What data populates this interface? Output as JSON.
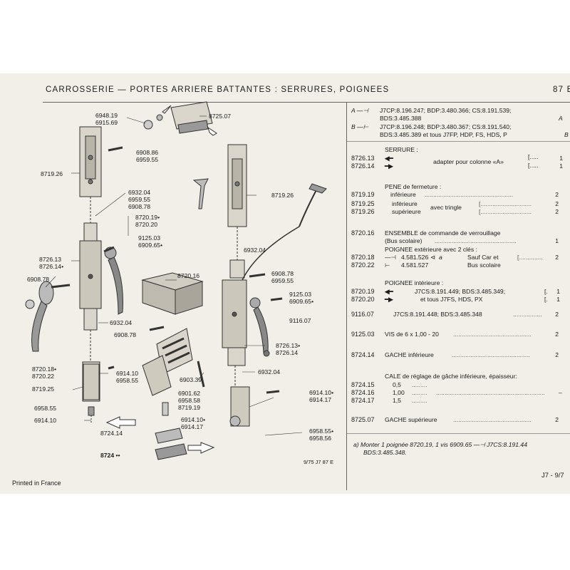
{
  "header": {
    "title": "CARROSSERIE — PORTES ARRIERE BATTANTES : SERRURES, POIGNEES",
    "page": "87 E"
  },
  "variants": {
    "a_prefix": "A —⊣",
    "a_line1": "J7CP:8.196.247; BDP:3.480.366; CS:8.191.539;",
    "a_line2": "BDS:3.485.388",
    "a_tag": "A",
    "b_prefix": "B —⊢",
    "b_line1": "J7CP:8.196.248; BDP:3.480.367; CS:8.191.540;",
    "b_line2": "BDS:3.485.389 et tous J7FP, HDP, FS, HDS, P",
    "b_tag": "B"
  },
  "serrure": {
    "title": "SERRURE :",
    "codes": [
      "8726.13",
      "8726.14"
    ],
    "note": "adapter pour colonne «A»",
    "qty": [
      "1",
      "1"
    ]
  },
  "pene": {
    "title": "PENE de fermeture :",
    "code1": "8719.19",
    "desc1": "inférieure",
    "qty1": "2",
    "code2": "8719.25",
    "code3": "8719.26",
    "desc2": "inférieure",
    "desc3": "supérieure",
    "with": "avec tringle",
    "qty2": "2",
    "qty3": "2"
  },
  "ensemble": {
    "code": "8720.16",
    "line1": "ENSEMBLE de commande de verrouillage",
    "line2": "(Bus scolaire)",
    "qty": "1"
  },
  "poignee_ext": {
    "title": "POIGNEE extérieure avec 2 clés :",
    "codes": [
      "8720.18",
      "8720.22"
    ],
    "refs": [
      "4.581.526",
      "4.581.527"
    ],
    "mark": "a",
    "for1": "Sauf Car et",
    "for2": "Bus scolaire",
    "qty": "2"
  },
  "poignee_int": {
    "title": "POIGNEE intérieure :",
    "codes": [
      "8720.19",
      "8720.20"
    ],
    "line1": "J7CS:8.191.449; BDS:3.485.349;",
    "line2": "et tous J7FS, HDS, PX",
    "qty": [
      "1",
      "1"
    ],
    "code3": "9116.07",
    "line3": "J7CS:8.191.448; BDS:3.485.348",
    "qty3": "2"
  },
  "vis": {
    "code": "9125.03",
    "desc": "VIS de 6 x 1,00 - 20",
    "qty": "2"
  },
  "gache_inf": {
    "code": "8724.14",
    "desc": "GACHE inférieure",
    "qty": "2"
  },
  "cale": {
    "title": "CALE de réglage de gâche inférieure, épaisseur:",
    "codes": [
      "8724.15",
      "8724.16",
      "8724.17"
    ],
    "values": [
      "0,5",
      "1,00",
      "1,5"
    ]
  },
  "gache_sup": {
    "code": "8725.07",
    "desc": "GACHE supérieure",
    "qty": "2"
  },
  "footnote": {
    "line1": "a)  Monter 1 poignée 8720.19, 1 vis 6909.65 —⊣ J7CS:8.191.44",
    "line2": "BDS:3.485.348."
  },
  "diagram_labels": {
    "l1": "6948.19",
    "l2": "6915.69",
    "l3": "8725.07",
    "l4": "6908.86",
    "l5": "6959.55",
    "l6": "8719.26",
    "l7": "8719.26",
    "l8": "6932.04",
    "l9": "6959.55",
    "l10": "6908.78",
    "l11": "8720.19•",
    "l12": "8720.20",
    "l13": "9125.03",
    "l14": "6909.65•",
    "l15": "8726.13",
    "l16": "8726.14•",
    "l17": "6908.78",
    "l18": "6932.04",
    "l19": "8720.16",
    "l20": "6908.78",
    "l21": "6959.55",
    "l22": "9125.03",
    "l23": "6909.65•",
    "l24": "9116.07",
    "l25": "6932.04",
    "l26": "6908.78",
    "l27": "8726.13•",
    "l28": "8726.14",
    "l29": "8720.18•",
    "l30": "8720.22",
    "l31": "6914.10",
    "l32": "6958.55",
    "l33": "8719.25",
    "l34": "6903.39",
    "l35": "6932.04",
    "l36": "6901.62",
    "l37": "6958.58",
    "l38": "8719.19",
    "l39": "6914.10•",
    "l40": "6914.17",
    "l41": "6958.55",
    "l42": "6914.10",
    "l43": "6914.10•",
    "l44": "6914.17",
    "l45": "8724.14",
    "l46": "6958.55•",
    "l47": "6958.56",
    "l48": "8724 ••"
  },
  "stamp": "9/75  J7  87 E",
  "footer": {
    "printed": "Printed in France",
    "ref": "J7 - 9/7"
  }
}
